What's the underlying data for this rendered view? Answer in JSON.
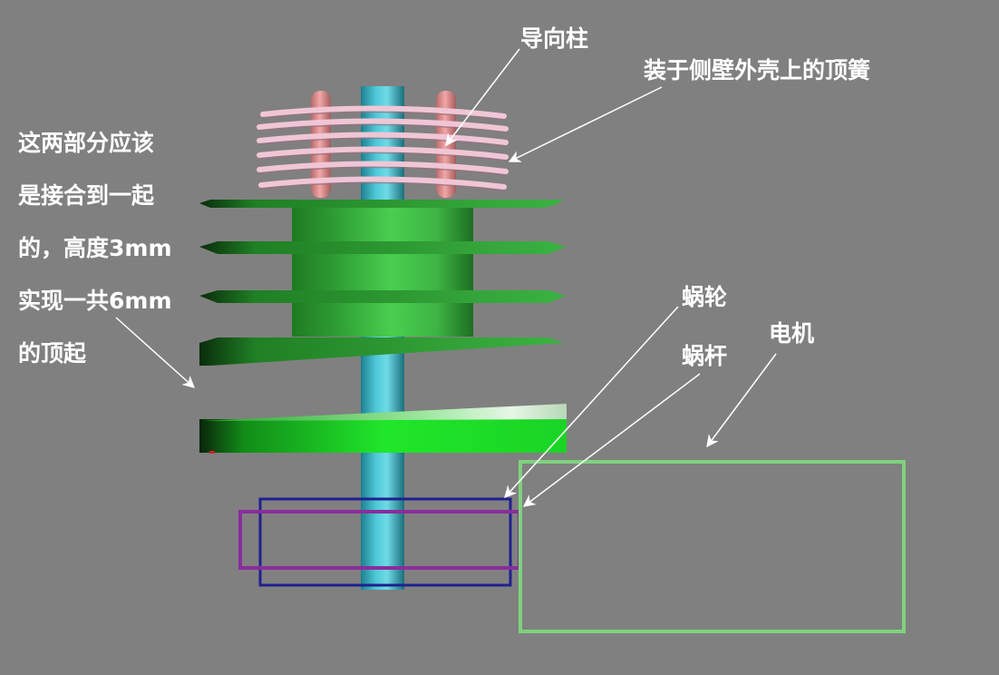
{
  "labels": {
    "guide_post": "导向柱",
    "top_spring": "装于侧壁外壳上的顶簧",
    "worm_wheel": "蜗轮",
    "worm": "蜗杆",
    "motor": "电机"
  },
  "note": {
    "lines": [
      "这两部分应该",
      "是接合到一起",
      "的，高度3mm",
      "实现一共6mm",
      "的顶起"
    ]
  },
  "colors": {
    "background": "#808080",
    "shaft": "#3fb7c8",
    "guide_post": "#e79a9a",
    "spring": "#efc3d3",
    "disc_green": "#2fae3a",
    "cam_green": "#22e62c",
    "worm_wheel_outline": "#202090",
    "worm_outline": "#8a2c9e",
    "motor_outline": "#7ed27e",
    "arrow": "#ffffff"
  }
}
